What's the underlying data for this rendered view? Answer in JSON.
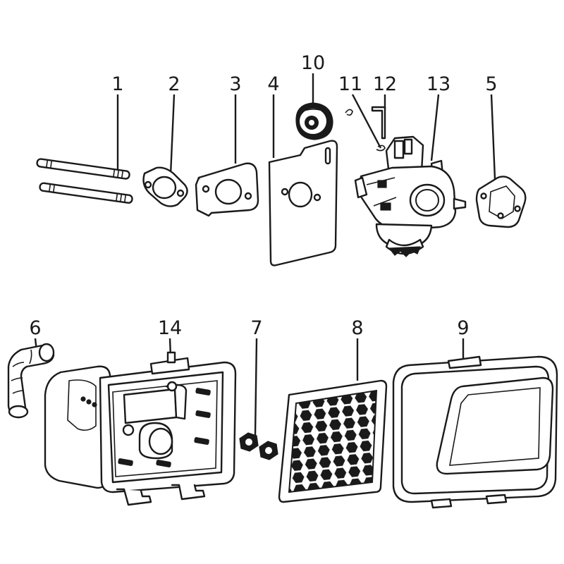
{
  "diagram": {
    "callouts": [
      {
        "id": "1",
        "label": "1"
      },
      {
        "id": "2",
        "label": "2"
      },
      {
        "id": "3",
        "label": "3"
      },
      {
        "id": "4",
        "label": "4"
      },
      {
        "id": "10",
        "label": "10"
      },
      {
        "id": "11",
        "label": "11"
      },
      {
        "id": "12",
        "label": "12"
      },
      {
        "id": "13",
        "label": "13"
      },
      {
        "id": "5",
        "label": "5"
      },
      {
        "id": "6",
        "label": "6"
      },
      {
        "id": "14",
        "label": "14"
      },
      {
        "id": "7",
        "label": "7"
      },
      {
        "id": "8",
        "label": "8"
      },
      {
        "id": "9",
        "label": "9"
      }
    ]
  }
}
